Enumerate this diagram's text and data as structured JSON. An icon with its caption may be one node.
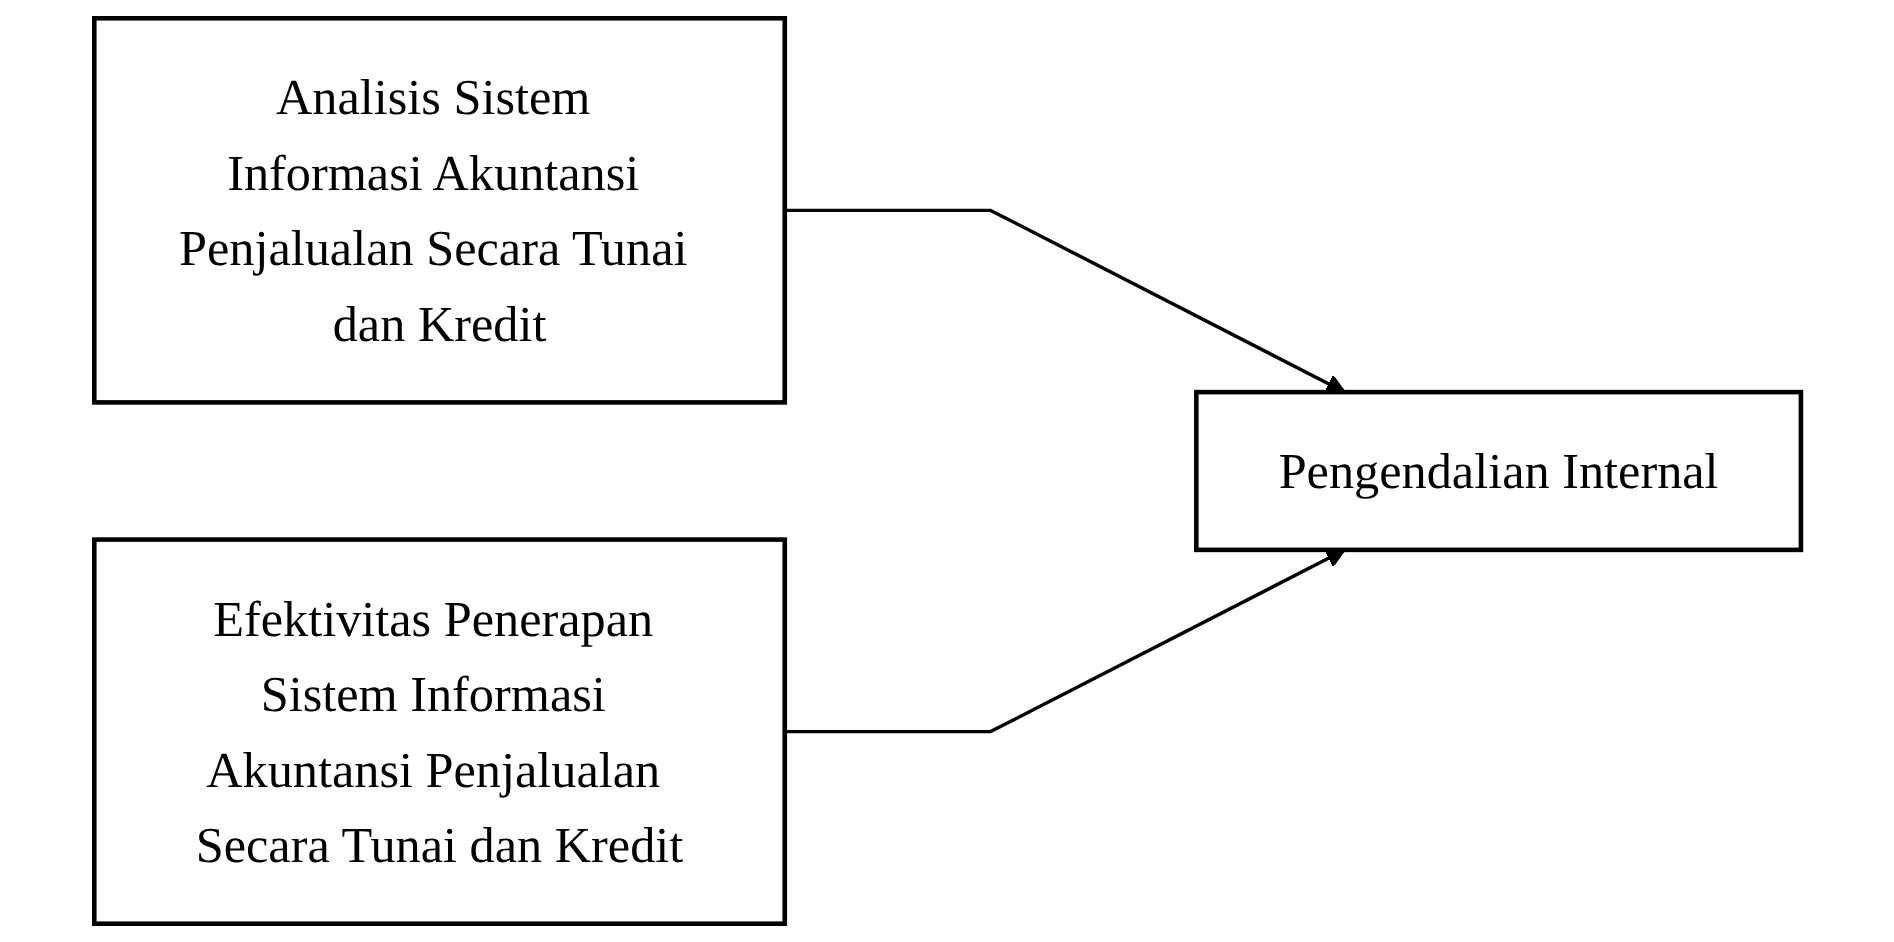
{
  "diagram": {
    "nodes": [
      {
        "text": [
          "Analisis Sistem Informasi Akuntansi Penjalualan Secara Tunai dan Kredit"
        ]
      },
      {
        "text": [
          "Efektivitas Penerapan Sistem Informasi Akuntansi Penjalualan Secara Tunai dan Kredit"
        ]
      },
      {
        "text": [
          "Pengendalian Internal"
        ]
      }
    ],
    "edges": [
      {
        "from": 0,
        "to": 2,
        "arrow": "to"
      },
      {
        "from": 1,
        "to": 2,
        "arrow": "to"
      }
    ]
  }
}
